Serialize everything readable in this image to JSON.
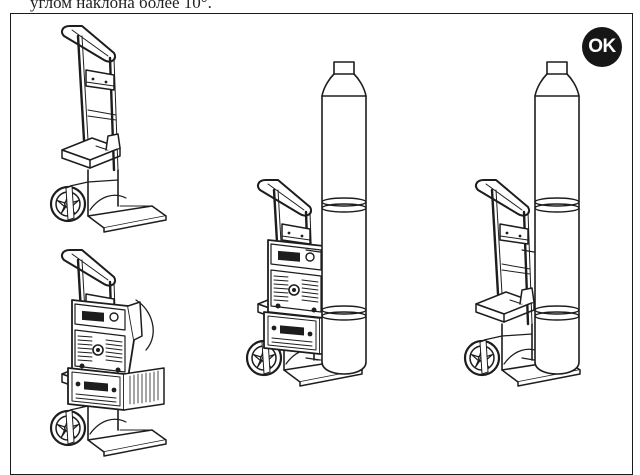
{
  "document": {
    "caption": "углом наклона более 10°.",
    "badge_label": "OK"
  },
  "figures": [
    {
      "name": "cart-empty",
      "contents": "trolley"
    },
    {
      "name": "cart-with-welder",
      "contents": "trolley with welding unit"
    },
    {
      "name": "cart-with-welder-and-cylinder",
      "contents": "trolley with welding unit and gas cylinder"
    },
    {
      "name": "cart-with-cylinder",
      "contents": "trolley with gas cylinder"
    }
  ]
}
